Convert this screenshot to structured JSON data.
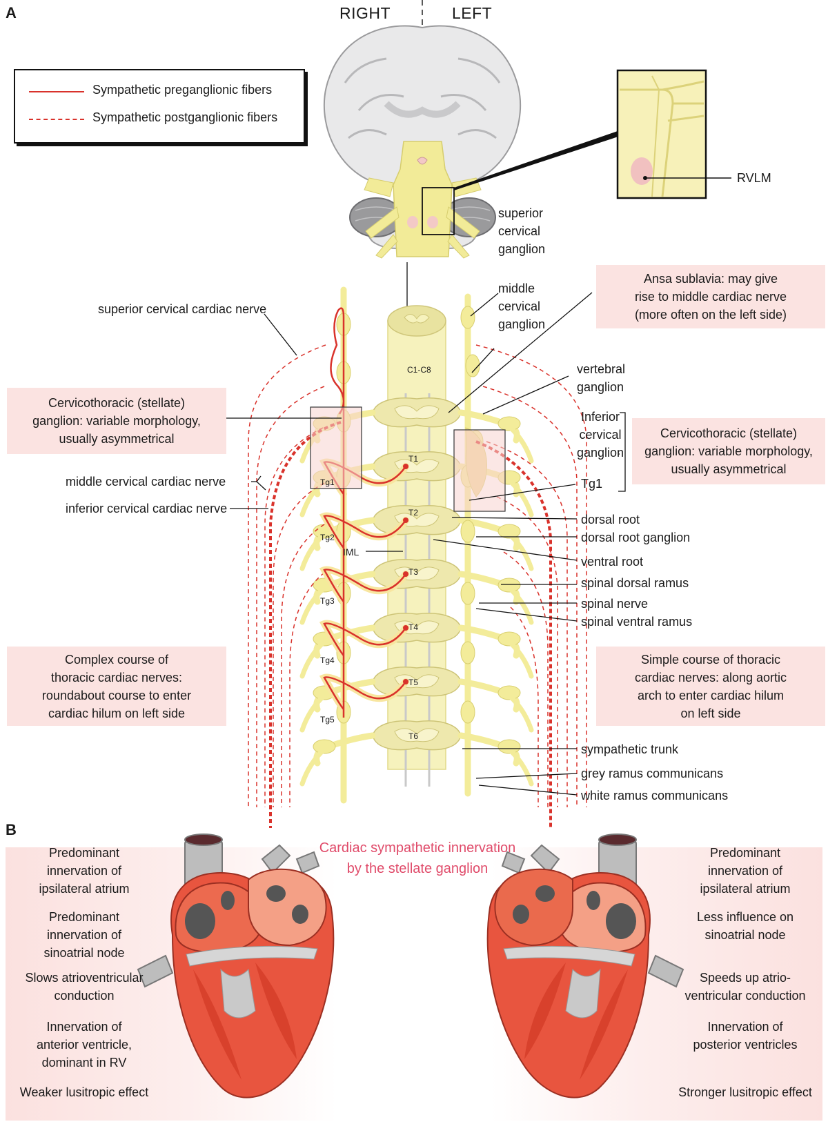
{
  "panel_a_letter": "A",
  "panel_b_letter": "B",
  "sides": {
    "right": "RIGHT",
    "left": "LEFT"
  },
  "legend": {
    "preganglionic": "Sympathetic preganglionic fibers",
    "postganglionic": "Sympathetic postganglionic fibers"
  },
  "colors": {
    "fiber_red": "#d9322b",
    "nerve_yellow": "#f3ec9a",
    "box_pink": "#fbe3e1",
    "heart_red": "#e8533c",
    "caption_pink": "#e04b6a"
  },
  "inset_label": "RVLM",
  "left_labels": {
    "superior_cervical_cardiac_nerve": "superior cervical cardiac nerve",
    "middle_cervical_cardiac_nerve": "middle cervical cardiac nerve",
    "inferior_cervical_cardiac_nerve": "inferior  cervical cardiac nerve"
  },
  "right_labels": {
    "superior_cervical_ganglion": [
      "superior",
      "cervical",
      "ganglion"
    ],
    "middle_cervical_ganglion": [
      "middle",
      "cervical",
      "ganglion"
    ],
    "vertebral_ganglion": [
      "vertebral",
      "ganglion"
    ],
    "inferior_cervical_ganglion": [
      "Inferior",
      "cervical",
      "ganglion"
    ],
    "tg1": "Tg1",
    "dorsal_root": "dorsal root",
    "dorsal_root_ganglion": "dorsal root ganglion",
    "ventral_root": "ventral root",
    "spinal_dorsal_ramus": "spinal dorsal ramus",
    "spinal_nerve": "spinal nerve",
    "spinal_ventral_ramus": "spinal ventral ramus",
    "sympathetic_trunk": "sympathetic trunk",
    "grey_ramus": "grey ramus communicans",
    "white_ramus": "white ramus communicans"
  },
  "center_labels": {
    "cord_top": "C1-C8",
    "segments": [
      "T1",
      "T2",
      "T3",
      "T4",
      "T5",
      "T6"
    ],
    "iml": "IML",
    "ganglia": [
      "Tg1",
      "Tg2",
      "Tg3",
      "Tg4",
      "Tg5"
    ]
  },
  "boxes": {
    "ansa": [
      "Ansa sublavia: may give",
      "rise to middle cardiac nerve",
      "(more often on the left side)"
    ],
    "stellate_right": [
      "Cervicothoracic (stellate)",
      "ganglion: variable morphology,",
      "usually asymmetrical"
    ],
    "stellate_left": [
      "Cervicothoracic (stellate)",
      "ganglion: variable morphology,",
      "usually asymmetrical"
    ],
    "complex": [
      "Complex course of",
      "thoracic cardiac nerves:",
      "roundabout course to enter",
      "cardiac hilum on left side"
    ],
    "simple": [
      "Simple course of thoracic",
      "cardiac nerves: along aortic",
      "arch to enter cardiac hilum",
      "on left side"
    ]
  },
  "caption": [
    "Cardiac sympathetic innervation",
    "by the stellate ganglion"
  ],
  "heart_right": {
    "items": [
      [
        "Predominant",
        "innervation of",
        "ipsilateral atrium"
      ],
      [
        "Predominant",
        "innervation of",
        "sinoatrial node"
      ],
      [
        "Slows atrioventricular",
        "conduction"
      ],
      [
        "Innervation of",
        "anterior ventricle,",
        "dominant in RV"
      ],
      [
        "Weaker lusitropic effect"
      ]
    ]
  },
  "heart_left": {
    "items": [
      [
        "Predominant",
        "innervation of",
        "ipsilateral atrium"
      ],
      [
        "Less influence on",
        "sinoatrial node"
      ],
      [
        "Speeds up atrio-",
        "ventricular conduction"
      ],
      [
        "Innervation of",
        "posterior ventricles"
      ],
      [
        "Stronger lusitropic effect"
      ]
    ]
  }
}
